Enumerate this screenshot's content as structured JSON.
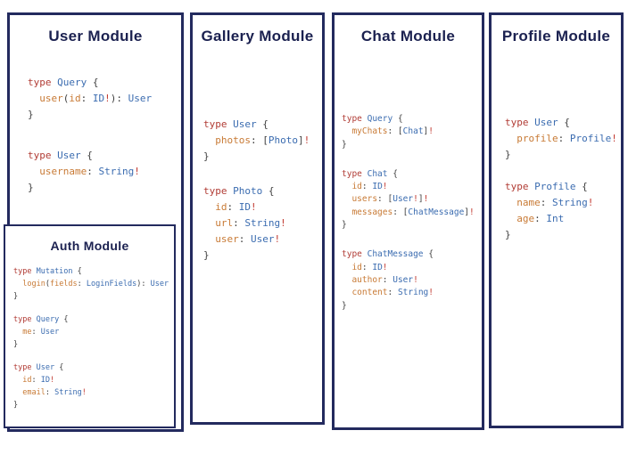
{
  "colors": {
    "panel_border": "#232a5e",
    "title_text": "#1b2150",
    "keyword": "#b13c35",
    "type_name": "#3b6cb0",
    "field_name": "#c87a35",
    "punctuation": "#3f3f3f",
    "non_null_bang": "#c23b32",
    "background": "#ffffff"
  },
  "panels": [
    {
      "title": "User Module",
      "blocks": [
        [
          [
            [
              "kw",
              "type "
            ],
            [
              "type",
              "Query "
            ],
            [
              "punct",
              "{"
            ]
          ],
          [
            [
              "field",
              "  user"
            ],
            [
              "punct",
              "("
            ],
            [
              "field",
              "id"
            ],
            [
              "punct",
              ": "
            ],
            [
              "type",
              "ID"
            ],
            [
              "bang",
              "!"
            ],
            [
              "punct",
              "): "
            ],
            [
              "type",
              "User"
            ]
          ],
          [
            [
              "punct",
              "}"
            ]
          ]
        ],
        [
          [
            [
              "kw",
              "type "
            ],
            [
              "type",
              "User "
            ],
            [
              "punct",
              "{"
            ]
          ],
          [
            [
              "field",
              "  username"
            ],
            [
              "punct",
              ": "
            ],
            [
              "type",
              "String"
            ],
            [
              "bang",
              "!"
            ]
          ],
          [
            [
              "punct",
              "}"
            ]
          ]
        ]
      ]
    },
    {
      "title": "Auth Module",
      "blocks": [
        [
          [
            [
              "kw",
              "type "
            ],
            [
              "type",
              "Mutation "
            ],
            [
              "punct",
              "{"
            ]
          ],
          [
            [
              "field",
              "  login"
            ],
            [
              "punct",
              "("
            ],
            [
              "field",
              "fields"
            ],
            [
              "punct",
              ": "
            ],
            [
              "type",
              "LoginFields"
            ],
            [
              "punct",
              "): "
            ],
            [
              "type",
              "User"
            ]
          ],
          [
            [
              "punct",
              "}"
            ]
          ]
        ],
        [
          [
            [
              "kw",
              "type "
            ],
            [
              "type",
              "Query "
            ],
            [
              "punct",
              "{"
            ]
          ],
          [
            [
              "field",
              "  me"
            ],
            [
              "punct",
              ": "
            ],
            [
              "type",
              "User"
            ]
          ],
          [
            [
              "punct",
              "}"
            ]
          ]
        ],
        [
          [
            [
              "kw",
              "type "
            ],
            [
              "type",
              "User "
            ],
            [
              "punct",
              "{"
            ]
          ],
          [
            [
              "field",
              "  id"
            ],
            [
              "punct",
              ": "
            ],
            [
              "type",
              "ID"
            ],
            [
              "bang",
              "!"
            ]
          ],
          [
            [
              "field",
              "  email"
            ],
            [
              "punct",
              ": "
            ],
            [
              "type",
              "String"
            ],
            [
              "bang",
              "!"
            ]
          ],
          [
            [
              "punct",
              "}"
            ]
          ]
        ]
      ]
    },
    {
      "title": "Gallery Module",
      "blocks": [
        [
          [
            [
              "kw",
              "type "
            ],
            [
              "type",
              "User "
            ],
            [
              "punct",
              "{"
            ]
          ],
          [
            [
              "field",
              "  photos"
            ],
            [
              "punct",
              ": ["
            ],
            [
              "type",
              "Photo"
            ],
            [
              "punct",
              "]"
            ],
            [
              "bang",
              "!"
            ]
          ],
          [
            [
              "punct",
              "}"
            ]
          ]
        ],
        [
          [
            [
              "kw",
              "type "
            ],
            [
              "type",
              "Photo "
            ],
            [
              "punct",
              "{"
            ]
          ],
          [
            [
              "field",
              "  id"
            ],
            [
              "punct",
              ": "
            ],
            [
              "type",
              "ID"
            ],
            [
              "bang",
              "!"
            ]
          ],
          [
            [
              "field",
              "  url"
            ],
            [
              "punct",
              ": "
            ],
            [
              "type",
              "String"
            ],
            [
              "bang",
              "!"
            ]
          ],
          [
            [
              "field",
              "  user"
            ],
            [
              "punct",
              ": "
            ],
            [
              "type",
              "User"
            ],
            [
              "bang",
              "!"
            ]
          ],
          [
            [
              "punct",
              "}"
            ]
          ]
        ]
      ]
    },
    {
      "title": "Chat Module",
      "blocks": [
        [
          [
            [
              "kw",
              "type "
            ],
            [
              "type",
              "Query "
            ],
            [
              "punct",
              "{"
            ]
          ],
          [
            [
              "field",
              "  myChats"
            ],
            [
              "punct",
              ": ["
            ],
            [
              "type",
              "Chat"
            ],
            [
              "punct",
              "]"
            ],
            [
              "bang",
              "!"
            ]
          ],
          [
            [
              "punct",
              "}"
            ]
          ]
        ],
        [
          [
            [
              "kw",
              "type "
            ],
            [
              "type",
              "Chat "
            ],
            [
              "punct",
              "{"
            ]
          ],
          [
            [
              "field",
              "  id"
            ],
            [
              "punct",
              ": "
            ],
            [
              "type",
              "ID"
            ],
            [
              "bang",
              "!"
            ]
          ],
          [
            [
              "field",
              "  users"
            ],
            [
              "punct",
              ": ["
            ],
            [
              "type",
              "User"
            ],
            [
              "bang",
              "!"
            ],
            [
              "punct",
              "]"
            ],
            [
              "bang",
              "!"
            ]
          ],
          [
            [
              "field",
              "  messages"
            ],
            [
              "punct",
              ": ["
            ],
            [
              "type",
              "ChatMessage"
            ],
            [
              "punct",
              "]"
            ],
            [
              "bang",
              "!"
            ]
          ],
          [
            [
              "punct",
              "}"
            ]
          ]
        ],
        [
          [
            [
              "kw",
              "type "
            ],
            [
              "type",
              "ChatMessage "
            ],
            [
              "punct",
              "{"
            ]
          ],
          [
            [
              "field",
              "  id"
            ],
            [
              "punct",
              ": "
            ],
            [
              "type",
              "ID"
            ],
            [
              "bang",
              "!"
            ]
          ],
          [
            [
              "field",
              "  author"
            ],
            [
              "punct",
              ": "
            ],
            [
              "type",
              "User"
            ],
            [
              "bang",
              "!"
            ]
          ],
          [
            [
              "field",
              "  content"
            ],
            [
              "punct",
              ": "
            ],
            [
              "type",
              "String"
            ],
            [
              "bang",
              "!"
            ]
          ],
          [
            [
              "punct",
              "}"
            ]
          ]
        ]
      ]
    },
    {
      "title": "Profile Module",
      "blocks": [
        [
          [
            [
              "kw",
              "type "
            ],
            [
              "type",
              "User "
            ],
            [
              "punct",
              "{"
            ]
          ],
          [
            [
              "field",
              "  profile"
            ],
            [
              "punct",
              ": "
            ],
            [
              "type",
              "Profile"
            ],
            [
              "bang",
              "!"
            ]
          ],
          [
            [
              "punct",
              "}"
            ]
          ]
        ],
        [
          [
            [
              "kw",
              "type "
            ],
            [
              "type",
              "Profile "
            ],
            [
              "punct",
              "{"
            ]
          ],
          [
            [
              "field",
              "  name"
            ],
            [
              "punct",
              ": "
            ],
            [
              "type",
              "String"
            ],
            [
              "bang",
              "!"
            ]
          ],
          [
            [
              "field",
              "  age"
            ],
            [
              "punct",
              ": "
            ],
            [
              "type",
              "Int"
            ]
          ],
          [
            [
              "punct",
              "}"
            ]
          ]
        ]
      ]
    }
  ]
}
